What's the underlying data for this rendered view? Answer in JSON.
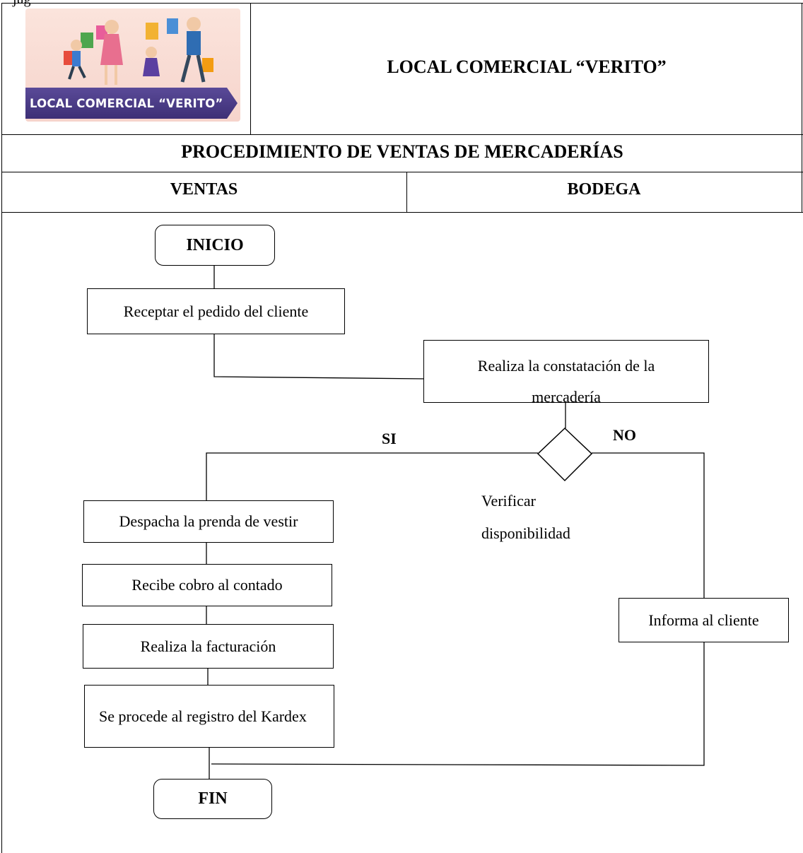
{
  "header": {
    "snippet": "jug",
    "company": "LOCAL COMERCIAL “VERITO”",
    "logo_text": "LOCAL COMERCIAL “VERITO”",
    "procedure_title": "PROCEDIMIENTO DE VENTAS DE MERCADERÍAS",
    "column_left": "VENTAS",
    "column_right": "BODEGA"
  },
  "flowchart": {
    "start": "INICIO",
    "step_receive": "Receptar el pedido del cliente",
    "step_check": "Realiza la constatación de la mercadería",
    "decision": "Verificar disponibilidad",
    "yes_label": "SI",
    "no_label": "NO",
    "step_dispatch": "Despacha la prenda de vestir",
    "step_payment": "Recibe cobro al contado",
    "step_invoice": "Realiza la facturación",
    "step_kardex": "Se procede al registro del Kardex",
    "step_inform": "Informa al cliente",
    "end": "FIN"
  },
  "colors": {
    "line": "#000000",
    "logo_banner": "#3d2f76",
    "logo_bg": "#f6d4cc"
  }
}
